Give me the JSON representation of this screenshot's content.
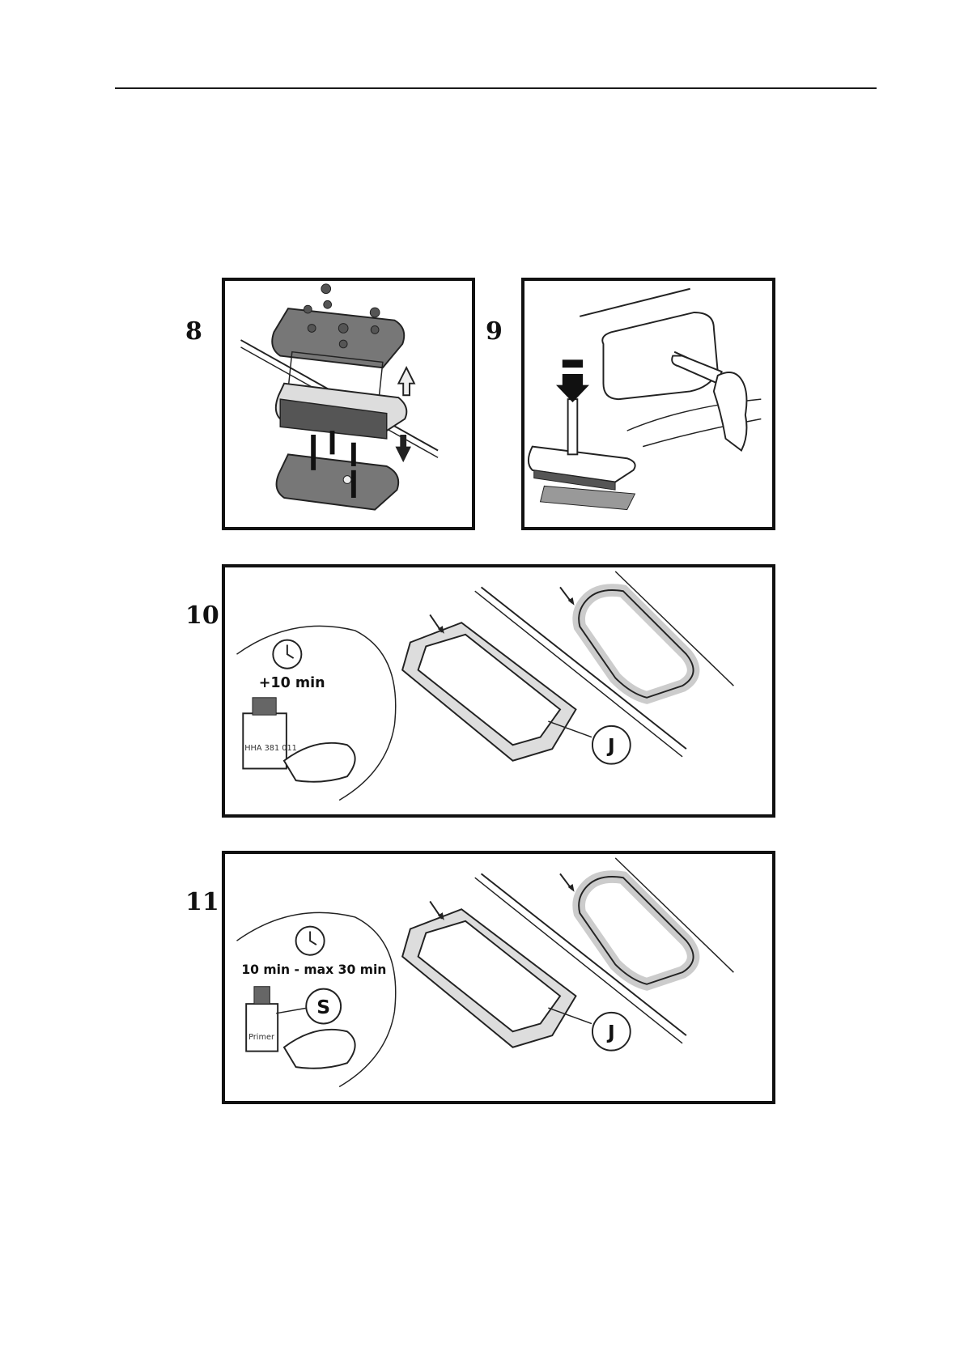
{
  "steps": [
    {
      "number": "8"
    },
    {
      "number": "9"
    },
    {
      "number": "10",
      "inset_time": "+10 min",
      "bottle_label": "HHA 381 011",
      "callout": "J"
    },
    {
      "number": "11",
      "inset_time": "10 min - max 30 min",
      "bottle_label": "Primer",
      "callout_bottle": "S",
      "callout": "J"
    }
  ]
}
